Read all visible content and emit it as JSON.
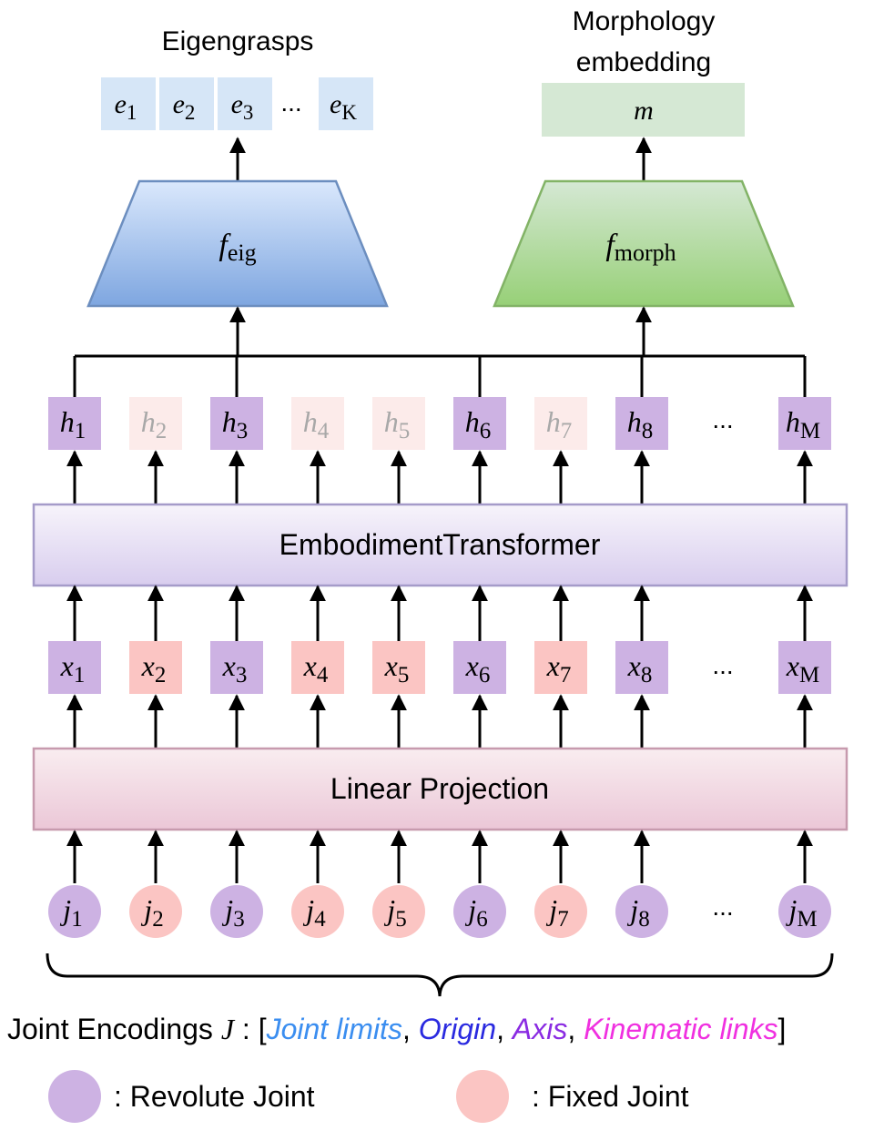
{
  "titles": {
    "eigengrasps": "Eigengrasps",
    "morphology_line1": "Morphology",
    "morphology_line2": "embedding"
  },
  "outputs": {
    "eigen_tokens": [
      {
        "var": "e",
        "sub": "1"
      },
      {
        "var": "e",
        "sub": "2"
      },
      {
        "var": "e",
        "sub": "3"
      },
      {
        "var": "e",
        "sub": "K"
      }
    ],
    "eigen_ellipsis": "...",
    "morph_token": "m"
  },
  "heads": {
    "eig": {
      "var": "f",
      "sub": "eig"
    },
    "morph": {
      "var": "f",
      "sub": "morph"
    }
  },
  "blocks": {
    "transformer": "EmbodimentTransformer",
    "projection": "Linear Projection"
  },
  "joints": [
    {
      "index": "1",
      "type": "revolute"
    },
    {
      "index": "2",
      "type": "fixed"
    },
    {
      "index": "3",
      "type": "revolute"
    },
    {
      "index": "4",
      "type": "fixed"
    },
    {
      "index": "5",
      "type": "fixed"
    },
    {
      "index": "6",
      "type": "revolute"
    },
    {
      "index": "7",
      "type": "fixed"
    },
    {
      "index": "8",
      "type": "revolute"
    },
    {
      "index": "M",
      "type": "revolute"
    }
  ],
  "token_vars": {
    "hidden": "h",
    "embedded": "x",
    "joint": "j"
  },
  "ellipsis": "...",
  "footer": {
    "prefix": "Joint Encodings ",
    "symbol": "J",
    "colon": " : [",
    "items": [
      {
        "text": "Joint limits",
        "color": "#3b8ef0"
      },
      {
        "text": "Origin",
        "color": "#2a2ae0"
      },
      {
        "text": "Axis",
        "color": "#8a2be2"
      },
      {
        "text": "Kinematic links",
        "color": "#f030e0"
      }
    ],
    "separator": ", ",
    "suffix": "]"
  },
  "legend": {
    "revolute": ": Revolute Joint",
    "fixed": ": Fixed Joint"
  },
  "colors": {
    "revolute": "#cdb2e3",
    "fixed": "#fbc5c3",
    "hidden_dim": "#fcebea",
    "hidden_dim_text": "#a8a8a8",
    "eigen_box": "#d6e6f7",
    "morph_box": "#d5e8d4",
    "feig_top": "#dae8fc",
    "feig_bottom": "#7ea6e0",
    "feig_stroke": "#6c8ebf",
    "fmorph_top": "#d5e8d4",
    "fmorph_bottom": "#97d077",
    "fmorph_stroke": "#82b366",
    "transformer_top": "#f7f4fb",
    "transformer_bottom": "#d8cdee",
    "transformer_stroke": "#a59bc9",
    "projection_top": "#f9edf0",
    "projection_bottom": "#ebc7d7",
    "projection_stroke": "#c79aae"
  }
}
